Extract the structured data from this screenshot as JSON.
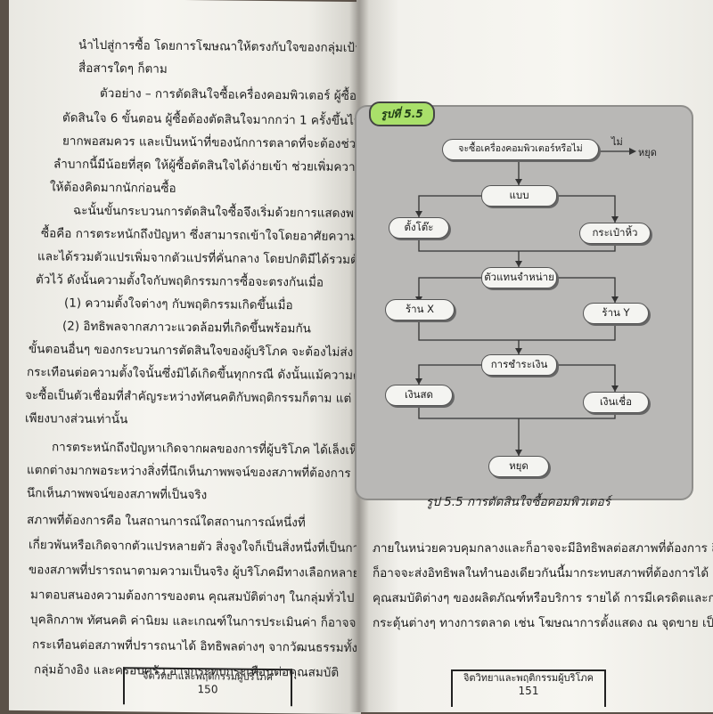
{
  "left_page": {
    "lines": [
      "นำไปสู่การซื้อ  โดยการโฆษณาให้ตรงกับใจของกลุ่มเป้าหมายใน",
      "สื่อสารใดๆ ก็ตาม",
      "ตัวอย่าง – การตัดสินใจซื้อเครื่องคอมพิวเตอร์ ผู้ซื้อต้อง",
      "ตัดสินใจ 6 ขั้นตอน ผู้ซื้อต้องตัดสินใจมากกว่า 1 ครั้งขึ้นไป ซึ่ง",
      "ยากพอสมควร และเป็นหน้าที่ของนักการตลาดที่จะต้องช่วยให้",
      "ลำบากนี้มีน้อยที่สุด ให้ผู้ซื้อตัดสินใจได้ง่ายเข้า ช่วยเพิ่มความมั่นใจ",
      "ให้ต้องคิดมากนักก่อนซื้อ",
      "ฉะนั้นขั้นกระบวนการตัดสินใจซื้อจึงเริ่มด้วยการแสดงพฤติกรรม",
      "ซื้อคือ การตระหนักถึงปัญหา ซึ่งสามารถเข้าใจโดยอาศัยความต้อง",
      "และได้รวมตัวแปรเพิ่มจากตัวแปรที่คั่นกลาง โดยปกติมีได้รวมตัวแปร",
      "ตัวไว้ ดังนั้นความตั้งใจกับพฤติกรรมการซื้อจะตรงกันเมื่อ",
      "(1) ความตั้งใจต่างๆ กับพฤติกรรมเกิดขึ้นเมื่อ",
      "(2) อิทธิพลจากสภาวะแวดล้อมที่เกิดขึ้นพร้อมกัน",
      "ขั้นตอนอื่นๆ ของกระบวนการตัดสินใจของผู้บริโภค จะต้องไม่ส่ง",
      "กระเทือนต่อความตั้งใจนั้นซึ่งมิได้เกิดขึ้นทุกกรณี ดังนั้นแม้ความตั้งใจ",
      "จะซื้อเป็นตัวเชื่อมที่สำคัญระหว่างทัศนคติกับพฤติกรรมก็ตาม แต่",
      "เพียงบางส่วนเท่านั้น",
      "การตระหนักถึงปัญหาเกิดจากผลของการที่ผู้บริโภค ได้เล็งเห็น",
      "แตกต่างมากพอระหว่างสิ่งที่นึกเห็นภาพพจน์ของสภาพที่ต้องการ",
      "นึกเห็นภาพพจน์ของสภาพที่เป็นจริง",
      "สภาพที่ต้องการคือ  ในสถานการณ์ใดสถานการณ์หนึ่งที่",
      "เกี่ยวพันหรือเกิดจากตัวแปรหลายตัว  สิ่งจูงใจก็เป็นสิ่งหนึ่งที่เป็นการ",
      "ของสภาพที่ปรารถนาตามความเป็นจริง ผู้บริโภคมีทางเลือกหลายทาง",
      "มาตอบสนองความต้องการของตน  คุณสมบัติต่างๆ ในกลุ่มทั่วไป",
      "บุคลิกภาพ ทัศนคติ ค่านิยม และเกณฑ์ในการประเมินค่า ก็อาจจะกระ",
      "กระเทือนต่อสภาพที่ปรารถนาได้ อิทธิพลต่างๆ จากวัฒนธรรมทั้งหมด",
      "กลุ่มอ้างอิง  และครอบครัว  อาจกระทบกระเทือนต่อคุณสมบัติ"
    ],
    "footer_title": "จิตวิทยาและพฤติกรรมผู้บริโภค",
    "page_number": "150"
  },
  "right_page": {
    "figure_tag": "รูปที่ 5.5",
    "nodes": {
      "start": "จะซื้อเครื่องคอมพิวเตอร์หรือไม่",
      "no": "ไม่",
      "stop_top": "หยุด",
      "brand": "แบบ",
      "desktop": "ตั้งโต๊ะ",
      "laptop": "กระเป๋าหิ้ว",
      "dealer": "ตัวแทนจำหน่าย",
      "store_x": "ร้าน X",
      "store_y": "ร้าน Y",
      "payment": "การชำระเงิน",
      "cash": "เงินสด",
      "credit": "เงินเชื่อ",
      "stop": "หยุด"
    },
    "caption": "รูป 5.5 การตัดสินใจซื้อคอมพิวเตอร์",
    "lines": [
      "ภายในหน่วยควบคุมกลางและก็อาจจะมีอิทธิพลต่อสภาพที่ต้องการ สิ่งอื่นๆ",
      "ก็อาจจะส่งอิทธิพลในทำนองเดียวกันนี้มากระทบสภาพที่ต้องการได้  เช่น",
      "คุณสมบัติต่างๆ  ของผลิตภัณฑ์หรือบริการ  รายได้  การมีเครดิตและการ",
      "กระตุ้นต่างๆ ทางการตลาด เช่น โฆษณาการตั้งแสดง ณ จุดขาย เป็นต้น"
    ],
    "footer_title": "จิตวิทยาและพฤติกรรมผู้บริโภค",
    "page_number": "151"
  }
}
